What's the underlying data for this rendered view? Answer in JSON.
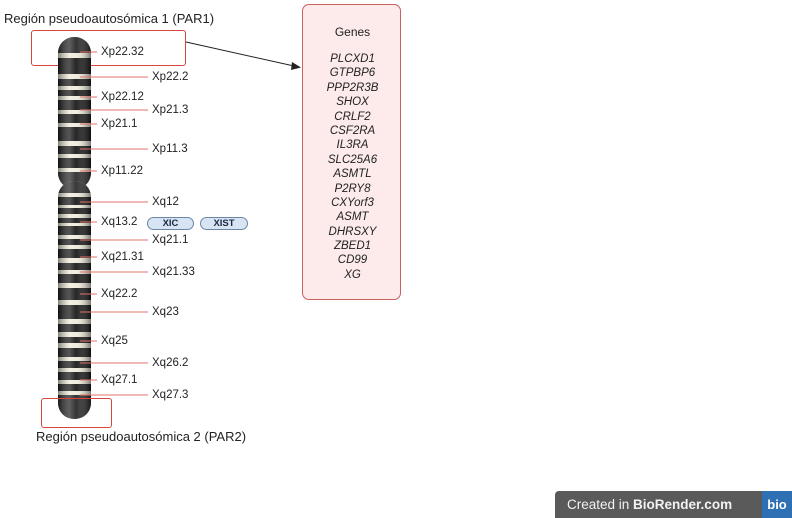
{
  "par1": {
    "label": "Región pseudoautosómica 1  (PAR1)"
  },
  "par2": {
    "label": "Región pseudoautosómica 2  (PAR2)"
  },
  "bands": [
    {
      "id": "xp22-32",
      "label": "Xp22.32"
    },
    {
      "id": "xp22-2",
      "label": "Xp22.2"
    },
    {
      "id": "xp22-12",
      "label": "Xp22.12"
    },
    {
      "id": "xp21-3",
      "label": "Xp21.3"
    },
    {
      "id": "xp21-1",
      "label": "Xp21.1"
    },
    {
      "id": "xp11-3",
      "label": "Xp11.3"
    },
    {
      "id": "xp11-22",
      "label": "Xp11.22"
    },
    {
      "id": "xq12",
      "label": "Xq12"
    },
    {
      "id": "xq13-2",
      "label": "Xq13.2"
    },
    {
      "id": "xq21-1",
      "label": "Xq21.1"
    },
    {
      "id": "xq21-31",
      "label": "Xq21.31"
    },
    {
      "id": "xq21-33",
      "label": "Xq21.33"
    },
    {
      "id": "xq22-2",
      "label": "Xq22.2"
    },
    {
      "id": "xq23",
      "label": "Xq23"
    },
    {
      "id": "xq25",
      "label": "Xq25"
    },
    {
      "id": "xq26-2",
      "label": "Xq26.2"
    },
    {
      "id": "xq27-1",
      "label": "Xq27.1"
    },
    {
      "id": "xq27-3",
      "label": "Xq27.3"
    }
  ],
  "xq13_badges": [
    "XIC",
    "XIST"
  ],
  "genes_panel": {
    "title": "Genes",
    "items": [
      "PLCXD1",
      "GTPBP6",
      "PPP2R3B",
      "SHOX",
      "CRLF2",
      "CSF2RA",
      "IL3RA",
      "SLC25A6",
      "ASMTL",
      "P2RY8",
      "CXYorf3",
      "ASMT",
      "DHRSXY",
      "ZBED1",
      "CD99",
      "XG"
    ]
  },
  "watermark": {
    "prefix": "Created in ",
    "brand": "BioRender.com",
    "logo": "bio"
  },
  "colors": {
    "highlight": "#d9463e",
    "genes_border": "#c9615c",
    "genes_fill": "#fcebea",
    "badge_fill": "#d7e4f3",
    "band_line": "#e0736c"
  }
}
